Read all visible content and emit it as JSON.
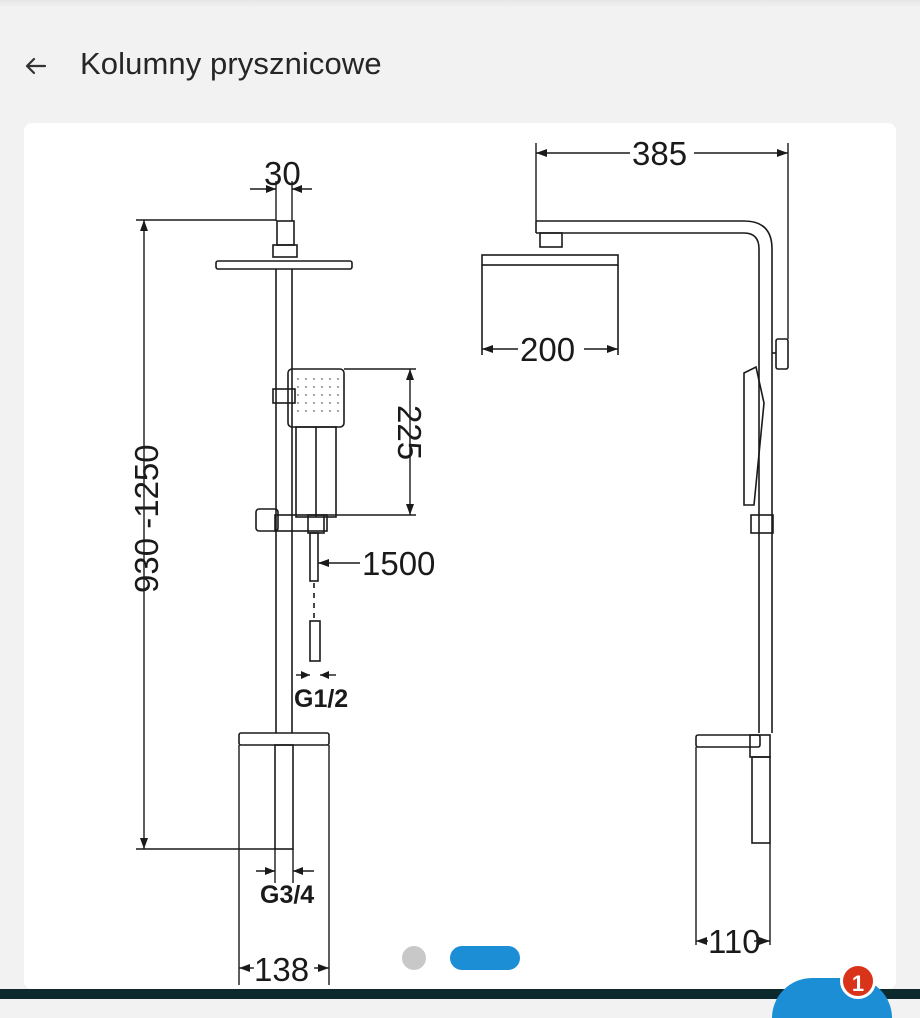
{
  "header": {
    "title": "Kolumny prysznicowe",
    "back_icon": "arrow-left-icon"
  },
  "drawing": {
    "dim_top_width": "30",
    "dim_height": "930 -1250",
    "dim_hand_shower": "225",
    "dim_hose": "1500",
    "dim_hose_thread": "G1/2",
    "dim_inlet_thread": "G3/4",
    "dim_spacing_front": "138",
    "dim_arm": "385",
    "dim_head": "200",
    "dim_spacing_side": "110"
  },
  "carousel": {
    "total_slides": 2,
    "active_index": 1
  },
  "fab": {
    "badge_count": "1"
  },
  "colors": {
    "accent": "#1c8ed6",
    "badge": "#d9341a",
    "bottom_bar": "#0c2a2e",
    "page_bg": "#f2f2f2"
  }
}
